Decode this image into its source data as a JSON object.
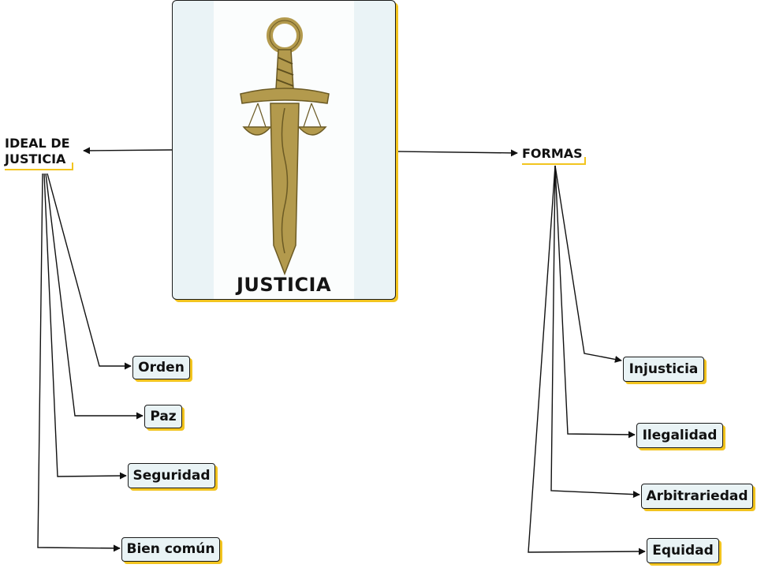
{
  "central": {
    "title": "JUSTICIA",
    "image": "sword-with-scales-icon"
  },
  "left_branch": {
    "title_line1": "IDEAL DE",
    "title_line2": "JUSTICIA",
    "items": [
      "Orden",
      "Paz",
      "Seguridad",
      "Bien común"
    ]
  },
  "right_branch": {
    "title": "FORMAS",
    "items": [
      "Injusticia",
      "Ilegalidad",
      "Arbitrariedad",
      "Equidad"
    ]
  },
  "colors": {
    "node_fill": "#e9f3f5",
    "node_border": "#1a1a1a",
    "accent_shadow": "#f2c41f",
    "sword_gold": "#b39a4d"
  }
}
